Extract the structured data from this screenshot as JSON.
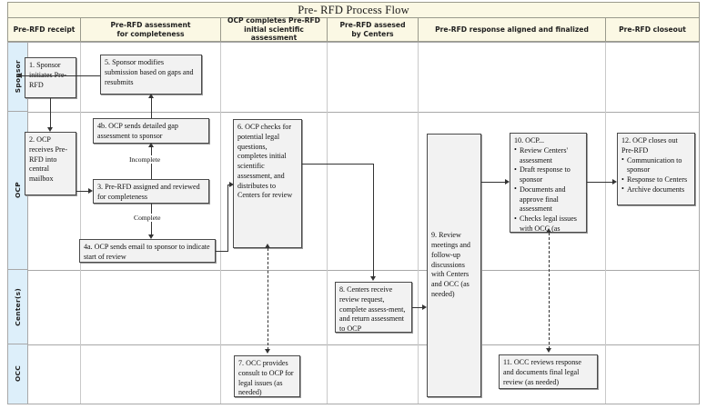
{
  "title": "Pre- RFD Process Flow",
  "columns": [
    {
      "id": "receipt",
      "label": "Pre-RFD receipt"
    },
    {
      "id": "assessment",
      "label": "Pre-RFD assessment\nfor completeness"
    },
    {
      "id": "initial",
      "label": "OCP  completes Pre-RFD\ninitial scientific assessment"
    },
    {
      "id": "centers",
      "label": "Pre-RFD assesed\nby Centers"
    },
    {
      "id": "response",
      "label": "Pre-RFD response aligned and finalized"
    },
    {
      "id": "closeout",
      "label": "Pre-RFD closeout"
    }
  ],
  "lanes": [
    {
      "id": "sponsor",
      "label": "Sponsor"
    },
    {
      "id": "ocp",
      "label": "OCP"
    },
    {
      "id": "centers",
      "label": "Center(s)"
    },
    {
      "id": "occ",
      "label": "OCC"
    }
  ],
  "boxes": {
    "b1": {
      "number": "1.",
      "text": "1. Sponsor initiates Pre-RFD",
      "lane": "sponsor",
      "column": "receipt"
    },
    "b2": {
      "number": "2.",
      "text": "2. OCP receives Pre-RFD into central mailbox",
      "lane": "ocp",
      "column": "receipt"
    },
    "b3": {
      "number": "3.",
      "text": "3. Pre-RFD assigned and reviewed for completeness",
      "lane": "ocp",
      "column": "assessment"
    },
    "b4a": {
      "number": "4a.",
      "text": "4a. OCP sends email to sponsor to indicate start of review",
      "lane": "ocp",
      "column": "assessment"
    },
    "b4b": {
      "number": "4b.",
      "text": "4b. OCP sends detailed gap assessment to sponsor",
      "lane": "ocp",
      "column": "assessment"
    },
    "b5": {
      "number": "5.",
      "text": "5. Sponsor modifies submission based on gaps and resubmits",
      "lane": "sponsor",
      "column": "assessment"
    },
    "b6": {
      "number": "6.",
      "text": "6. OCP checks for potential legal questions, completes initial scientific assessment, and distributes to Centers for review",
      "lane": "ocp",
      "column": "initial"
    },
    "b7": {
      "number": "7.",
      "text": "7. OCC provides consult to OCP for legal issues (as needed)",
      "lane": "occ",
      "column": "initial"
    },
    "b8": {
      "number": "8.",
      "text": "8. Centers receive review request, complete assess-ment, and return assessment to OCP",
      "lane": "centers",
      "column": "centers"
    },
    "b9": {
      "number": "9.",
      "text": "9. Review meetings and follow-up discussions with Centers and OCC (as needed)",
      "lane": "span",
      "column": "response"
    },
    "b10": {
      "number": "10.",
      "heading": "10. OCP...",
      "items": [
        "Review Centers' assessment",
        "Draft response to sponsor",
        "Documents and approve final assessment",
        "Checks legal issues with OCC (as needed)"
      ],
      "lane": "ocp",
      "column": "response"
    },
    "b11": {
      "number": "11.",
      "text": "11. OCC reviews response and documents final legal review (as needed)",
      "lane": "occ",
      "column": "response"
    },
    "b12": {
      "number": "12.",
      "heading": "12. OCP closes out Pre-RFD",
      "items": [
        "Communication to sponsor",
        "Response to Centers",
        "Archive documents"
      ],
      "lane": "ocp",
      "column": "closeout"
    }
  },
  "edge_labels": {
    "incomplete": "Incomplete",
    "complete": "Complete"
  },
  "colors": {
    "header_band": "#fbf8e4",
    "lane_label": "#ddeffa",
    "box_fill": "#f2f2f2",
    "box_border": "#4a4a4a",
    "grid_line": "#c9c9c9"
  }
}
